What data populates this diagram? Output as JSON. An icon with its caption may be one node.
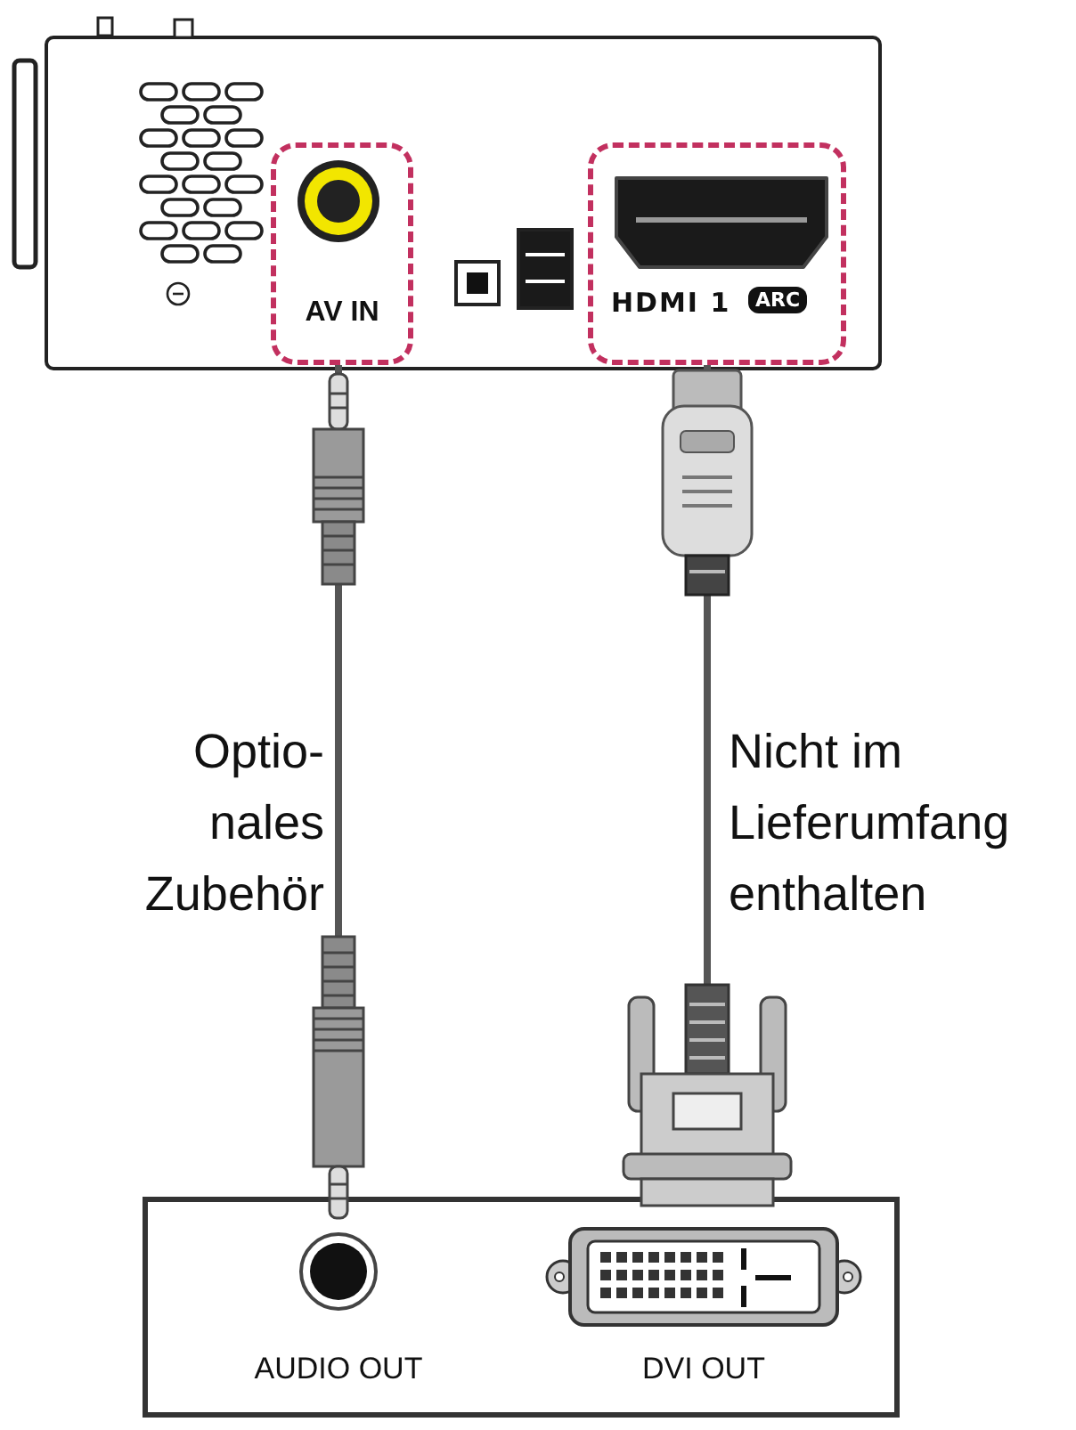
{
  "diagram": {
    "nodes": [
      {
        "text": [],
        "shape": "picture"
      },
      {
        "text": [
          "AV IN"
        ],
        "in": 0
      },
      {
        "text": [
          "HDMI 1",
          "ARC"
        ],
        "in": 0
      },
      {
        "text": [],
        "shape": "box"
      },
      {
        "text": [
          "AUDIO OUT"
        ],
        "in": 3
      },
      {
        "text": [
          "DVI OUT"
        ],
        "in": 3
      }
    ],
    "edges": [
      {
        "from": 1,
        "to": 4,
        "arrow": "other",
        "label": "Optio- nales Zubehör"
      },
      {
        "from": 2,
        "to": 5,
        "arrow": "other",
        "label": "Nicht im Lieferumfang enthalten"
      }
    ]
  }
}
